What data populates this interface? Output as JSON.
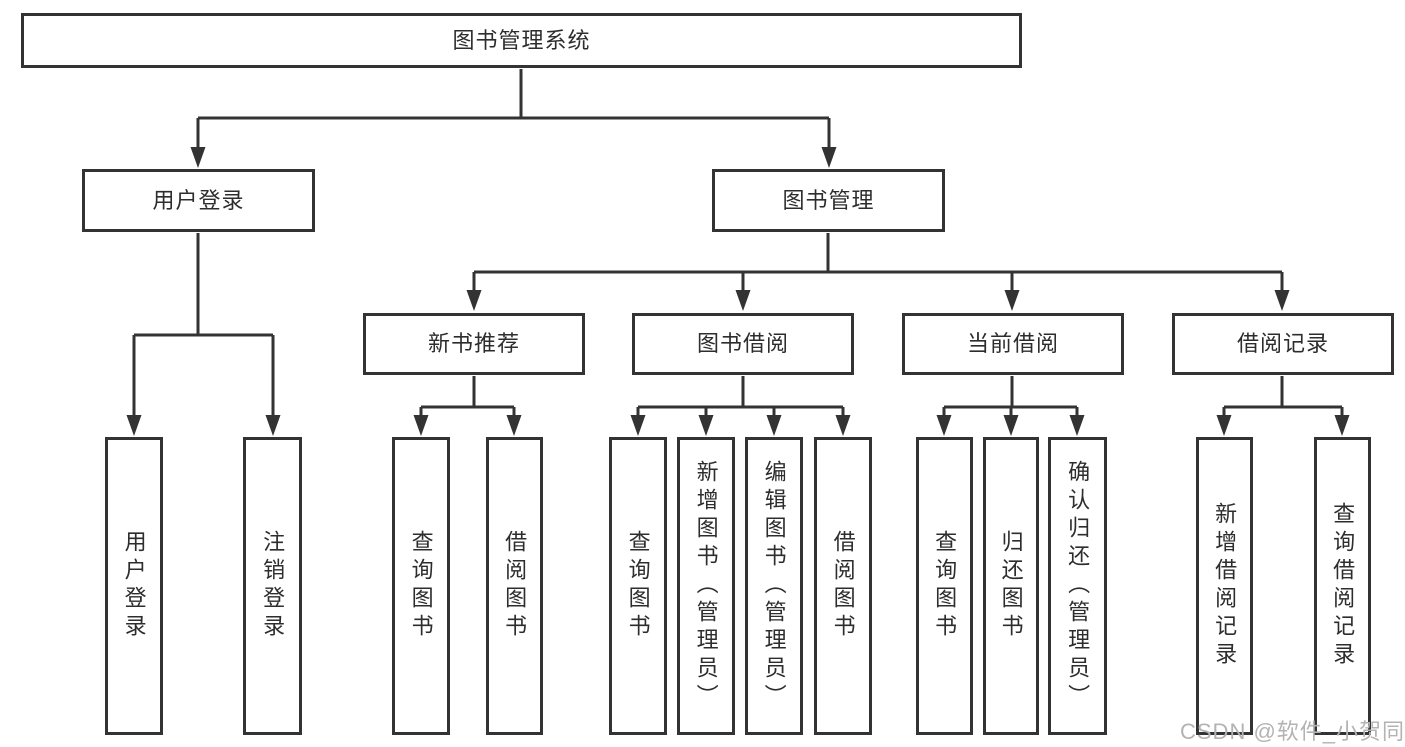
{
  "diagram": {
    "background_color": "#ffffff",
    "line_color": "#333333",
    "text_color": "#2d2d2d",
    "watermark_color": "#b3b3b3",
    "tree": {
      "label": "图书管理系统",
      "children": [
        {
          "label": "用户登录",
          "children": [
            {
              "label": "用户登录"
            },
            {
              "label": "注销登录"
            }
          ]
        },
        {
          "label": "图书管理",
          "children": [
            {
              "label": "新书推荐",
              "children": [
                {
                  "label": "查询图书"
                },
                {
                  "label": "借阅图书"
                }
              ]
            },
            {
              "label": "图书借阅",
              "children": [
                {
                  "label": "查询图书"
                },
                {
                  "label": "新增图书（管理员）"
                },
                {
                  "label": "编辑图书（管理员）"
                },
                {
                  "label": "借阅图书"
                }
              ]
            },
            {
              "label": "当前借阅",
              "children": [
                {
                  "label": "查询图书"
                },
                {
                  "label": "归还图书"
                },
                {
                  "label": "确认归还（管理员）"
                }
              ]
            },
            {
              "label": "借阅记录",
              "children": [
                {
                  "label": "新增借阅记录"
                },
                {
                  "label": "查询借阅记录"
                }
              ]
            }
          ]
        }
      ]
    },
    "watermark": "CSDN @软件_小贺同学"
  }
}
